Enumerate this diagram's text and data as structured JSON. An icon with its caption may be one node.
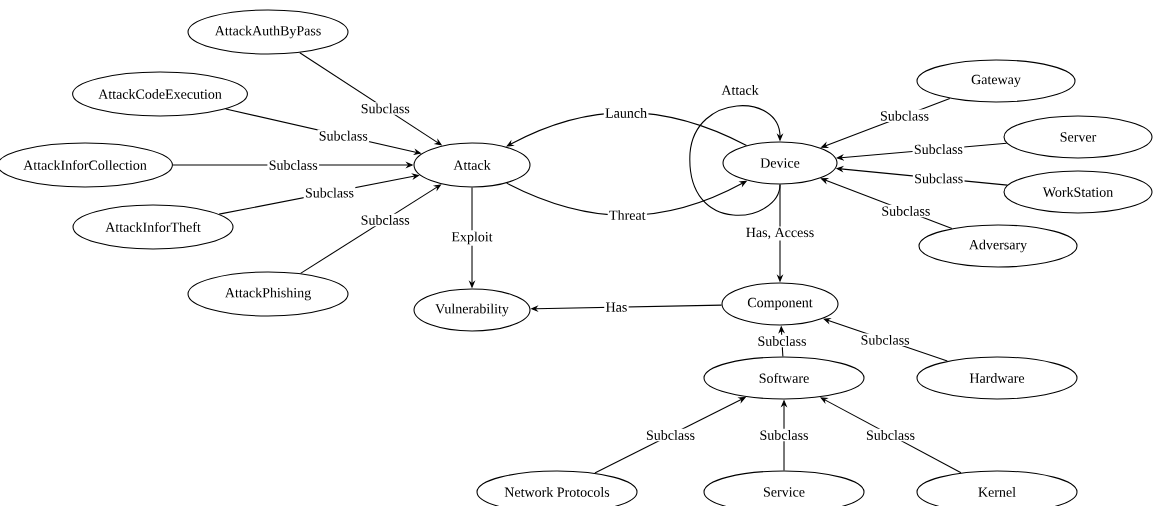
{
  "diagram": {
    "nodes": [
      {
        "text": [
          "AttackAuthByPass"
        ]
      },
      {
        "text": [
          "AttackCodeExecution"
        ]
      },
      {
        "text": [
          "AttackInforCollection"
        ]
      },
      {
        "text": [
          "AttackInforTheft"
        ]
      },
      {
        "text": [
          "AttackPhishing"
        ]
      },
      {
        "text": [
          "Attack"
        ]
      },
      {
        "text": [
          "Device"
        ]
      },
      {
        "text": [
          "Gateway"
        ]
      },
      {
        "text": [
          "Server"
        ]
      },
      {
        "text": [
          "WorkStation"
        ]
      },
      {
        "text": [
          "Adversary"
        ]
      },
      {
        "text": [
          "Vulnerability"
        ]
      },
      {
        "text": [
          "Component"
        ]
      },
      {
        "text": [
          "Software"
        ]
      },
      {
        "text": [
          "Hardware"
        ]
      },
      {
        "text": [
          "Network Protocols"
        ]
      },
      {
        "text": [
          "Service"
        ]
      },
      {
        "text": [
          "Kernel"
        ]
      }
    ],
    "edges": [
      {
        "from": 0,
        "to": 5,
        "label": "Subclass",
        "arrow": "to"
      },
      {
        "from": 1,
        "to": 5,
        "label": "Subclass",
        "arrow": "to"
      },
      {
        "from": 2,
        "to": 5,
        "label": "Subclass",
        "arrow": "to"
      },
      {
        "from": 3,
        "to": 5,
        "label": "Subclass",
        "arrow": "to"
      },
      {
        "from": 4,
        "to": 5,
        "label": "Subclass",
        "arrow": "to"
      },
      {
        "from": 6,
        "to": 5,
        "label": "Launch",
        "arrow": "to"
      },
      {
        "from": 5,
        "to": 6,
        "label": "Threat",
        "arrow": "to"
      },
      {
        "from": 6,
        "to": 6,
        "label": "Attack",
        "arrow": "to"
      },
      {
        "from": 5,
        "to": 11,
        "label": "Exploit",
        "arrow": "to"
      },
      {
        "from": 6,
        "to": 12,
        "label": "Has, Access",
        "arrow": "to"
      },
      {
        "from": 12,
        "to": 11,
        "label": "Has",
        "arrow": "to"
      },
      {
        "from": 7,
        "to": 6,
        "label": "Subclass",
        "arrow": "to"
      },
      {
        "from": 8,
        "to": 6,
        "label": "Subclass",
        "arrow": "to"
      },
      {
        "from": 9,
        "to": 6,
        "label": "Subclass",
        "arrow": "to"
      },
      {
        "from": 10,
        "to": 6,
        "label": "Subclass",
        "arrow": "to"
      },
      {
        "from": 13,
        "to": 12,
        "label": "Subclass",
        "arrow": "to"
      },
      {
        "from": 14,
        "to": 12,
        "label": "Subclass",
        "arrow": "to"
      },
      {
        "from": 15,
        "to": 13,
        "label": "Subclass",
        "arrow": "to"
      },
      {
        "from": 16,
        "to": 13,
        "label": "Subclass",
        "arrow": "to"
      },
      {
        "from": 17,
        "to": 13,
        "label": "Subclass",
        "arrow": "to"
      }
    ]
  }
}
